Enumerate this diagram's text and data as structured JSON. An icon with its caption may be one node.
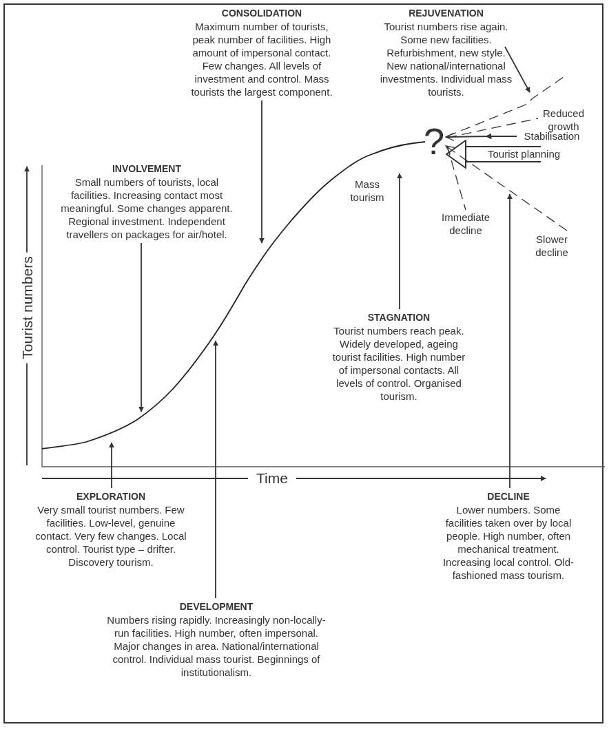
{
  "diagram": {
    "nodes": [
      {
        "text": [
          "CONSOLIDATION",
          "Maximum number of tourists, peak number of facilities. High amount of impersonal contact. Few changes. All levels of investment and control. Mass tourists the largest component."
        ]
      },
      {
        "text": [
          "REJUVENATION",
          "Tourist numbers rise again. Some new facilities. Refurbishment, new style. New national/international investments. Individual mass tourists."
        ]
      },
      {
        "text": [
          "INVOLVEMENT",
          "Small numbers of tourists, local facilities. Increasing contact most meaningful. Some changes apparent. Regional investment. Independent travellers on packages for air/hotel."
        ]
      },
      {
        "text": [
          "?"
        ]
      },
      {
        "text": [
          "Reduced growth"
        ]
      },
      {
        "text": [
          "Stabilisation"
        ]
      },
      {
        "text": [
          "Tourist planning"
        ]
      },
      {
        "text": [
          "Immediate decline"
        ]
      },
      {
        "text": [
          "Slower decline"
        ]
      },
      {
        "text": [
          "STAGNATION",
          "Tourist numbers reach peak. Widely developed, ageing tourist facilities. High number of impersonal contacts. All levels of control. Organised tourism."
        ]
      },
      {
        "text": [
          "EXPLORATION",
          "Very small tourist numbers. Few facilities. Low-level, genuine contact. Very few changes. Local control. Tourist type – drifter. Discovery tourism."
        ]
      },
      {
        "text": [
          "DECLINE",
          "Lower numbers. Some facilities taken over by local people. High number, often mechanical treatment. Increasing local control. Old-fashioned mass tourism."
        ]
      },
      {
        "text": [
          "DEVELOPMENT",
          "Numbers rising rapidly. Increasingly non-locally-run facilities. High number, often impersonal. Major changes in area. National/international control. Individual mass tourist. Beginnings of institutionalism."
        ]
      }
    ],
    "edges": [
      {
        "from": 0,
        "to": null,
        "arrow": "to"
      },
      {
        "from": 1,
        "to": null,
        "arrow": "to"
      },
      {
        "from": 2,
        "to": null,
        "arrow": "to"
      },
      {
        "from": 9,
        "to": null,
        "arrow": "to"
      },
      {
        "from": 10,
        "to": null,
        "arrow": "to"
      },
      {
        "from": 12,
        "to": null,
        "arrow": "to"
      },
      {
        "from": 11,
        "to": null,
        "arrow": "to"
      },
      {
        "from": 5,
        "to": 3,
        "arrow": "to"
      },
      {
        "from": 6,
        "to": 3,
        "arrow": "to",
        "style": "thick"
      },
      {
        "from": 3,
        "to": 4,
        "arrow": "none",
        "style": "dashed"
      },
      {
        "from": 3,
        "to": 7,
        "arrow": "none",
        "style": "dashed"
      },
      {
        "from": 8,
        "to": 3,
        "arrow": "to",
        "style": "dashed"
      },
      {
        "from": 3,
        "to": null,
        "arrow": "none",
        "style": "dashed"
      }
    ],
    "labels": [
      "Mass tourism",
      "Tourist numbers",
      "Time"
    ]
  }
}
